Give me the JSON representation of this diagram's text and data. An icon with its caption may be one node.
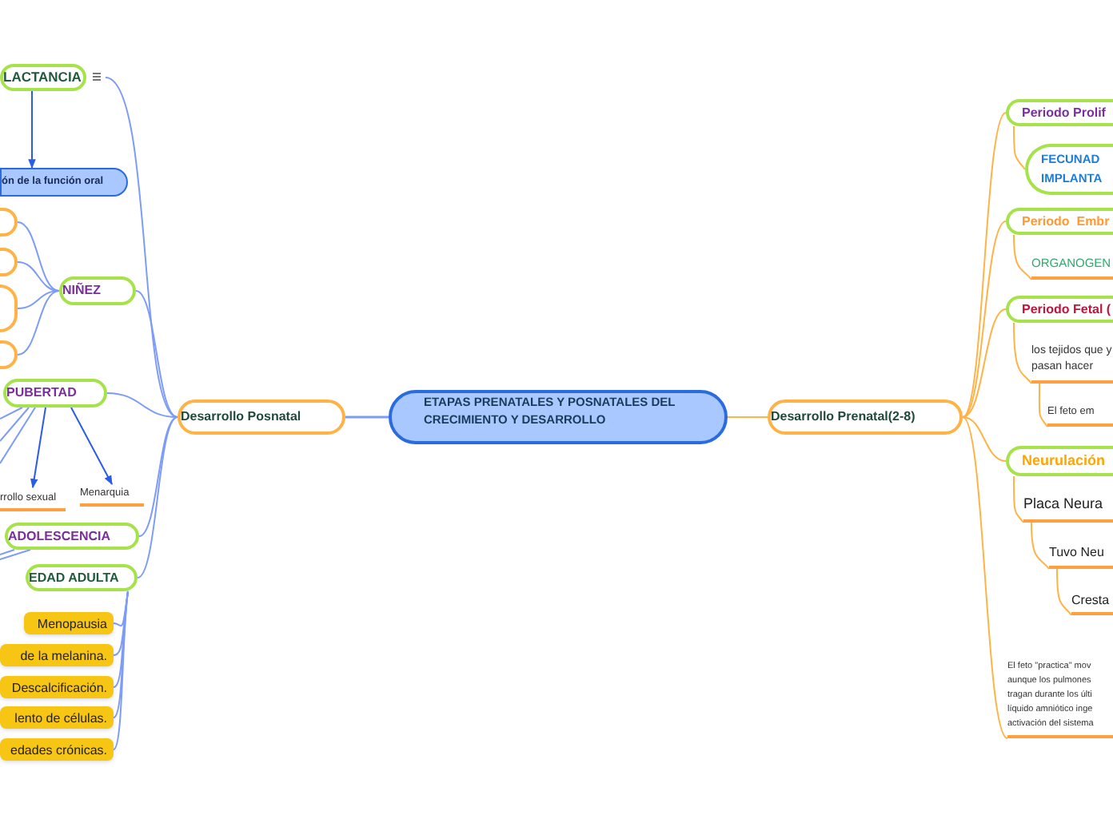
{
  "diagram": {
    "nodes": [
      {
        "text": [
          "LACTANCIA"
        ]
      },
      {
        "text": [
          "ón de la función oral"
        ]
      },
      {
        "text": [],
        "shape": "box"
      },
      {
        "text": [],
        "shape": "box"
      },
      {
        "text": [],
        "shape": "box"
      },
      {
        "text": [],
        "shape": "box"
      },
      {
        "text": [
          "NIÑEZ"
        ]
      },
      {
        "text": [
          "PUBERTAD"
        ]
      },
      {
        "text": [
          "rrollo sexual"
        ]
      },
      {
        "text": [
          "Menarquia"
        ]
      },
      {
        "text": [
          "ADOLESCENCIA"
        ]
      },
      {
        "text": [
          "EDAD ADULTA"
        ]
      },
      {
        "text": [
          "Menopausia"
        ]
      },
      {
        "text": [
          "de la melanina."
        ]
      },
      {
        "text": [
          "Descalcificación."
        ]
      },
      {
        "text": [
          "lento de células."
        ]
      },
      {
        "text": [
          "edades crónicas."
        ]
      },
      {
        "text": [
          "Desarrollo Posnatal"
        ]
      },
      {
        "text": [
          "ETAPAS PRENATALES Y POSNATALES DEL CRECIMIENTO Y DESARROLLO"
        ]
      },
      {
        "text": [
          "Desarrollo Prenatal(2-8)"
        ]
      },
      {
        "text": [
          "Periodo Prolif"
        ]
      },
      {
        "text": [
          "FECUNAD IMPLANTA"
        ]
      },
      {
        "text": [
          "Periodo  Embr"
        ]
      },
      {
        "text": [
          "ORGANOGEN"
        ]
      },
      {
        "text": [
          "Periodo Fetal ("
        ]
      },
      {
        "text": [
          "los tejidos que y pasan hacer"
        ]
      },
      {
        "text": [
          "El feto em"
        ]
      },
      {
        "text": [
          "Neurulación"
        ]
      },
      {
        "text": [
          "Placa Neura"
        ]
      },
      {
        "text": [
          "Tuvo Neu"
        ]
      },
      {
        "text": [
          "Cresta"
        ]
      },
      {
        "text": [
          "El feto \"practica\" mov aunque los pulmones tragan durante los últi líquido amniótico inge activación del sistema"
        ]
      }
    ],
    "edges": [
      {
        "from": 0,
        "to": 1,
        "arrow": "to"
      },
      {
        "from": 0,
        "to": 17,
        "arrow": "none"
      },
      {
        "from": 6,
        "to": 2,
        "arrow": "none"
      },
      {
        "from": 6,
        "to": 3,
        "arrow": "none"
      },
      {
        "from": 6,
        "to": 4,
        "arrow": "none"
      },
      {
        "from": 6,
        "to": 5,
        "arrow": "none"
      },
      {
        "from": 6,
        "to": 17,
        "arrow": "none"
      },
      {
        "from": 7,
        "to": 17,
        "arrow": "none"
      },
      {
        "from": 10,
        "to": 17,
        "arrow": "none"
      },
      {
        "from": 11,
        "to": 17,
        "arrow": "none"
      },
      {
        "from": 7,
        "to": 8,
        "arrow": "to"
      },
      {
        "from": 7,
        "to": 9,
        "arrow": "to"
      },
      {
        "from": 7,
        "to": null,
        "arrow": "none"
      },
      {
        "from": 7,
        "to": null,
        "arrow": "none"
      },
      {
        "from": 7,
        "to": null,
        "arrow": "none"
      },
      {
        "from": 10,
        "to": null,
        "arrow": "none"
      },
      {
        "from": 10,
        "to": null,
        "arrow": "none"
      },
      {
        "from": 11,
        "to": 12,
        "arrow": "none"
      },
      {
        "from": 11,
        "to": 13,
        "arrow": "none"
      },
      {
        "from": 11,
        "to": 14,
        "arrow": "none"
      },
      {
        "from": 11,
        "to": 15,
        "arrow": "none"
      },
      {
        "from": 11,
        "to": 16,
        "arrow": "none"
      },
      {
        "from": 18,
        "to": 17,
        "arrow": "none"
      },
      {
        "from": 18,
        "to": 19,
        "arrow": "none",
        "color": "#ffb347"
      },
      {
        "from": 19,
        "to": 20,
        "arrow": "none",
        "color": "#ffb347"
      },
      {
        "from": 19,
        "to": 22,
        "arrow": "none",
        "color": "#ffb347"
      },
      {
        "from": 19,
        "to": 24,
        "arrow": "none",
        "color": "#ffb347"
      },
      {
        "from": 19,
        "to": 27,
        "arrow": "none",
        "color": "#ffb347"
      },
      {
        "from": 19,
        "to": 31,
        "arrow": "none",
        "color": "#ffb347"
      },
      {
        "from": 20,
        "to": 21,
        "arrow": "none",
        "color": "#ffb347"
      },
      {
        "from": 22,
        "to": 23,
        "arrow": "none",
        "color": "#ffb347"
      },
      {
        "from": 24,
        "to": 25,
        "arrow": "none",
        "color": "#ffb347"
      },
      {
        "from": 25,
        "to": 26,
        "arrow": "none",
        "color": "#ffb347"
      },
      {
        "from": 27,
        "to": 28,
        "arrow": "none",
        "color": "#ffb347"
      },
      {
        "from": 28,
        "to": 29,
        "arrow": "none",
        "color": "#ffb347"
      },
      {
        "from": 29,
        "to": 30,
        "arrow": "none",
        "color": "#ffb347"
      }
    ]
  }
}
